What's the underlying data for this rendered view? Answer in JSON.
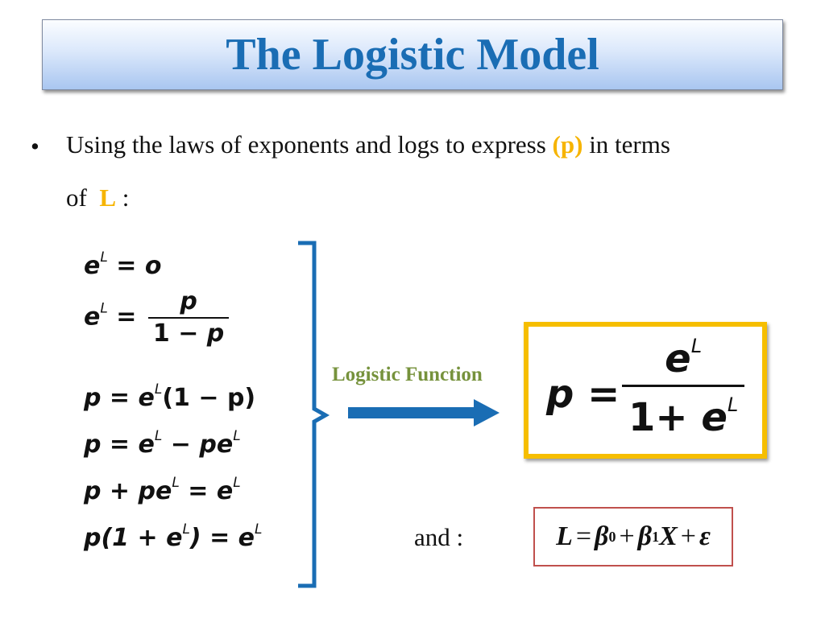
{
  "slide": {
    "title": "The Logistic Model",
    "bullet": {
      "marker": "•",
      "text_before": "Using the laws of exponents and logs to express",
      "highlight_p": "(p)",
      "text_after": "in terms",
      "line2_before": "of",
      "highlight_L": "L",
      "line2_after": ":"
    },
    "derivation": [
      {
        "lhs_base": "e",
        "lhs_sup": "L",
        "rhs": "= o"
      },
      {
        "lhs_base": "e",
        "lhs_sup": "L",
        "eq": "=",
        "num": "p",
        "den_one": "1",
        "den_rest": "− p"
      },
      {
        "pre": "p = e",
        "sup": "L",
        "post": "(1 − p)"
      },
      {
        "pre": "p = e",
        "sup": "L",
        "mid": " − pe",
        "sup2": "L"
      },
      {
        "pre": "p + pe",
        "sup": "L",
        "mid": " = e",
        "sup2": "L"
      },
      {
        "pre": "p(1 + e",
        "sup": "L",
        "mid": ") = e",
        "sup2": "L"
      }
    ],
    "logistic_label": "Logistic Function",
    "result": {
      "lhs": "p =",
      "num_base": "e",
      "num_sup": "L",
      "den_one": "1",
      "den_plus": "+ e",
      "den_sup": "L"
    },
    "and_label": "and :",
    "linear": {
      "L": "L",
      "eq": "=",
      "beta": "β",
      "sub0": "0",
      "plus1": "+",
      "sub1": "1",
      "X": "X",
      "plus2": "+",
      "eps": "ε"
    },
    "colors": {
      "title": "#1a6db4",
      "highlight": "#f6b400",
      "bracket_arrow": "#1a6db4",
      "logistic_label": "#76923c",
      "result_border": "#f6be00",
      "linear_border": "#c0504d"
    }
  }
}
